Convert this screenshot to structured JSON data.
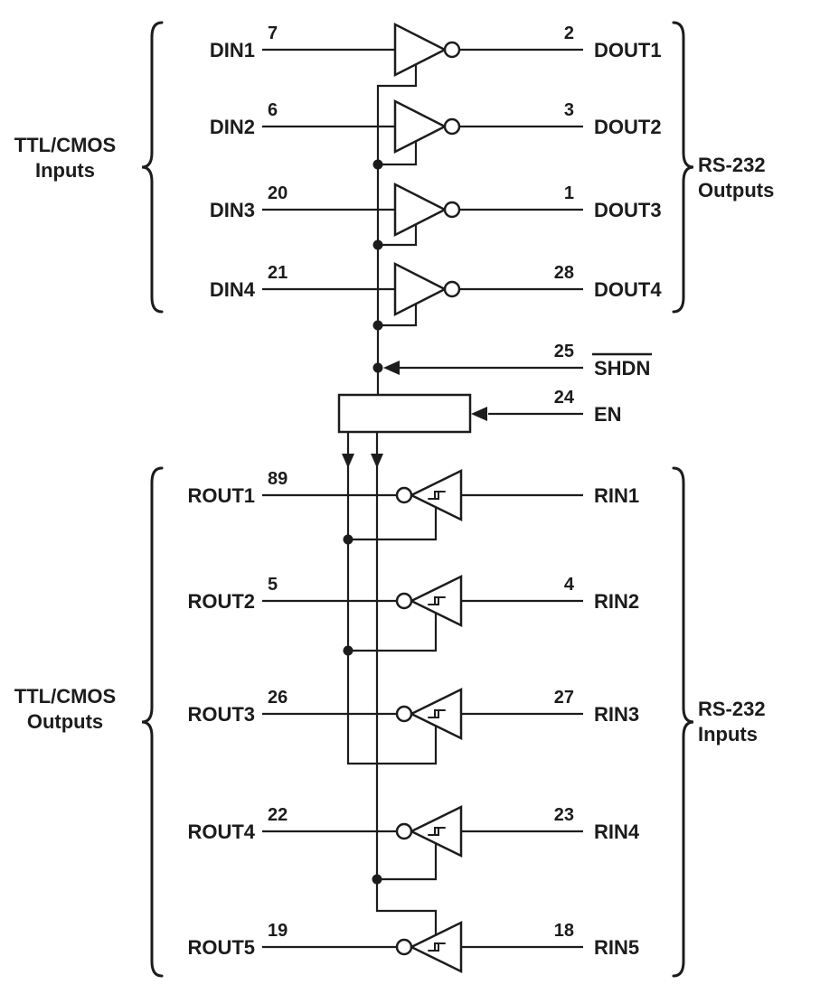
{
  "diagram": {
    "background": "#ffffff",
    "line_color": "#1c1c1c",
    "groups": {
      "top_left": {
        "line1": "TTL/CMOS",
        "line2": "Inputs"
      },
      "top_right": {
        "line1": "RS-232",
        "line2": "Outputs"
      },
      "bottom_left": {
        "line1": "TTL/CMOS",
        "line2": "Outputs"
      },
      "bottom_right": {
        "line1": "RS-232",
        "line2": "Inputs"
      }
    },
    "drivers": [
      {
        "input": "DIN1",
        "input_pin": "7",
        "output": "DOUT1",
        "output_pin": "2"
      },
      {
        "input": "DIN2",
        "input_pin": "6",
        "output": "DOUT2",
        "output_pin": "3"
      },
      {
        "input": "DIN3",
        "input_pin": "20",
        "output": "DOUT3",
        "output_pin": "1"
      },
      {
        "input": "DIN4",
        "input_pin": "21",
        "output": "DOUT4",
        "output_pin": "28"
      }
    ],
    "receivers": [
      {
        "output": "ROUT1",
        "output_pin": "89",
        "input": "RIN1",
        "input_pin": ""
      },
      {
        "output": "ROUT2",
        "output_pin": "5",
        "input": "RIN2",
        "input_pin": "4"
      },
      {
        "output": "ROUT3",
        "output_pin": "26",
        "input": "RIN3",
        "input_pin": "27"
      },
      {
        "output": "ROUT4",
        "output_pin": "22",
        "input": "RIN4",
        "input_pin": "23"
      },
      {
        "output": "ROUT5",
        "output_pin": "19",
        "input": "RIN5",
        "input_pin": "18"
      }
    ],
    "controls": [
      {
        "label": "SHDN",
        "pin": "25",
        "overline": true
      },
      {
        "label": "EN",
        "pin": "24",
        "overline": false
      }
    ]
  }
}
